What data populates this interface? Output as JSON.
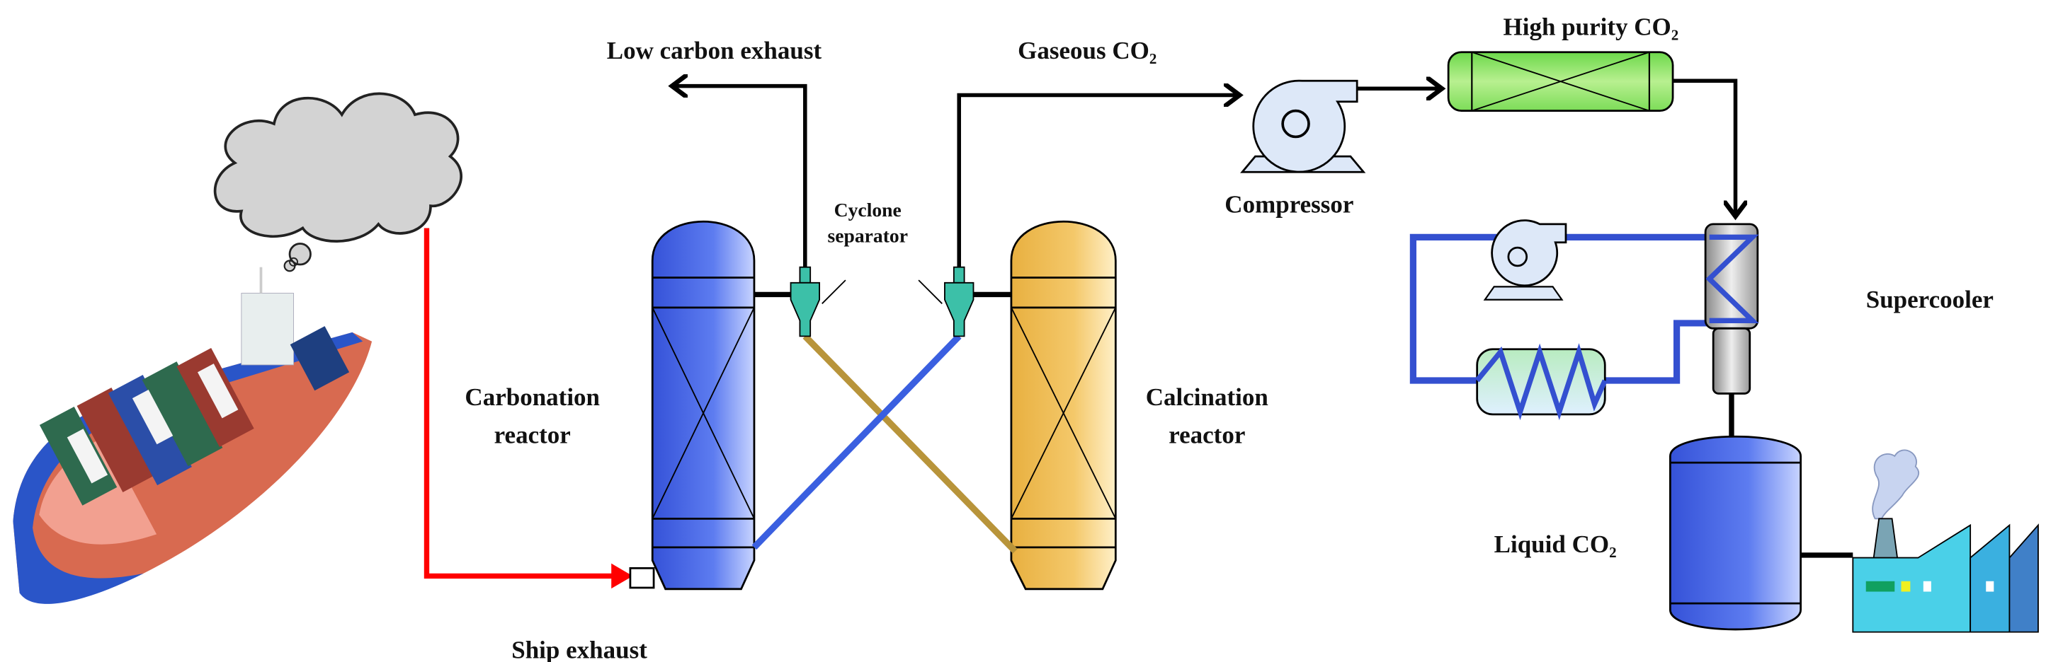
{
  "labels": {
    "low_carbon_exhaust": "Low carbon exhaust",
    "gaseous_co2": "Gaseous CO₂",
    "high_purity_co2": "High purity CO₂",
    "cyclone_separator_line1": "Cyclone",
    "cyclone_separator_line2": "separator",
    "compressor": "Compressor",
    "supercooler": "Supercooler",
    "carbonation_reactor_line1": "Carbonation",
    "carbonation_reactor_line2": "reactor",
    "calcination_reactor_line1": "Calcination",
    "calcination_reactor_line2": "reactor",
    "liquid_co2": "Liquid CO₂",
    "ship_exhaust": "Ship exhaust"
  },
  "colors": {
    "ship_exhaust_line": "#ff0000",
    "carbonation_reactor": "#4a6be0",
    "calcination_reactor": "#f0c060",
    "cyclone": "#3cc0a8",
    "sorbent_to_calciner": "#b8943a",
    "sorbent_to_carbonator": "#3a5fe0",
    "refrigerant_loop": "#3450d0",
    "purifier": "#90e070",
    "factory": "#4ab8e0"
  }
}
